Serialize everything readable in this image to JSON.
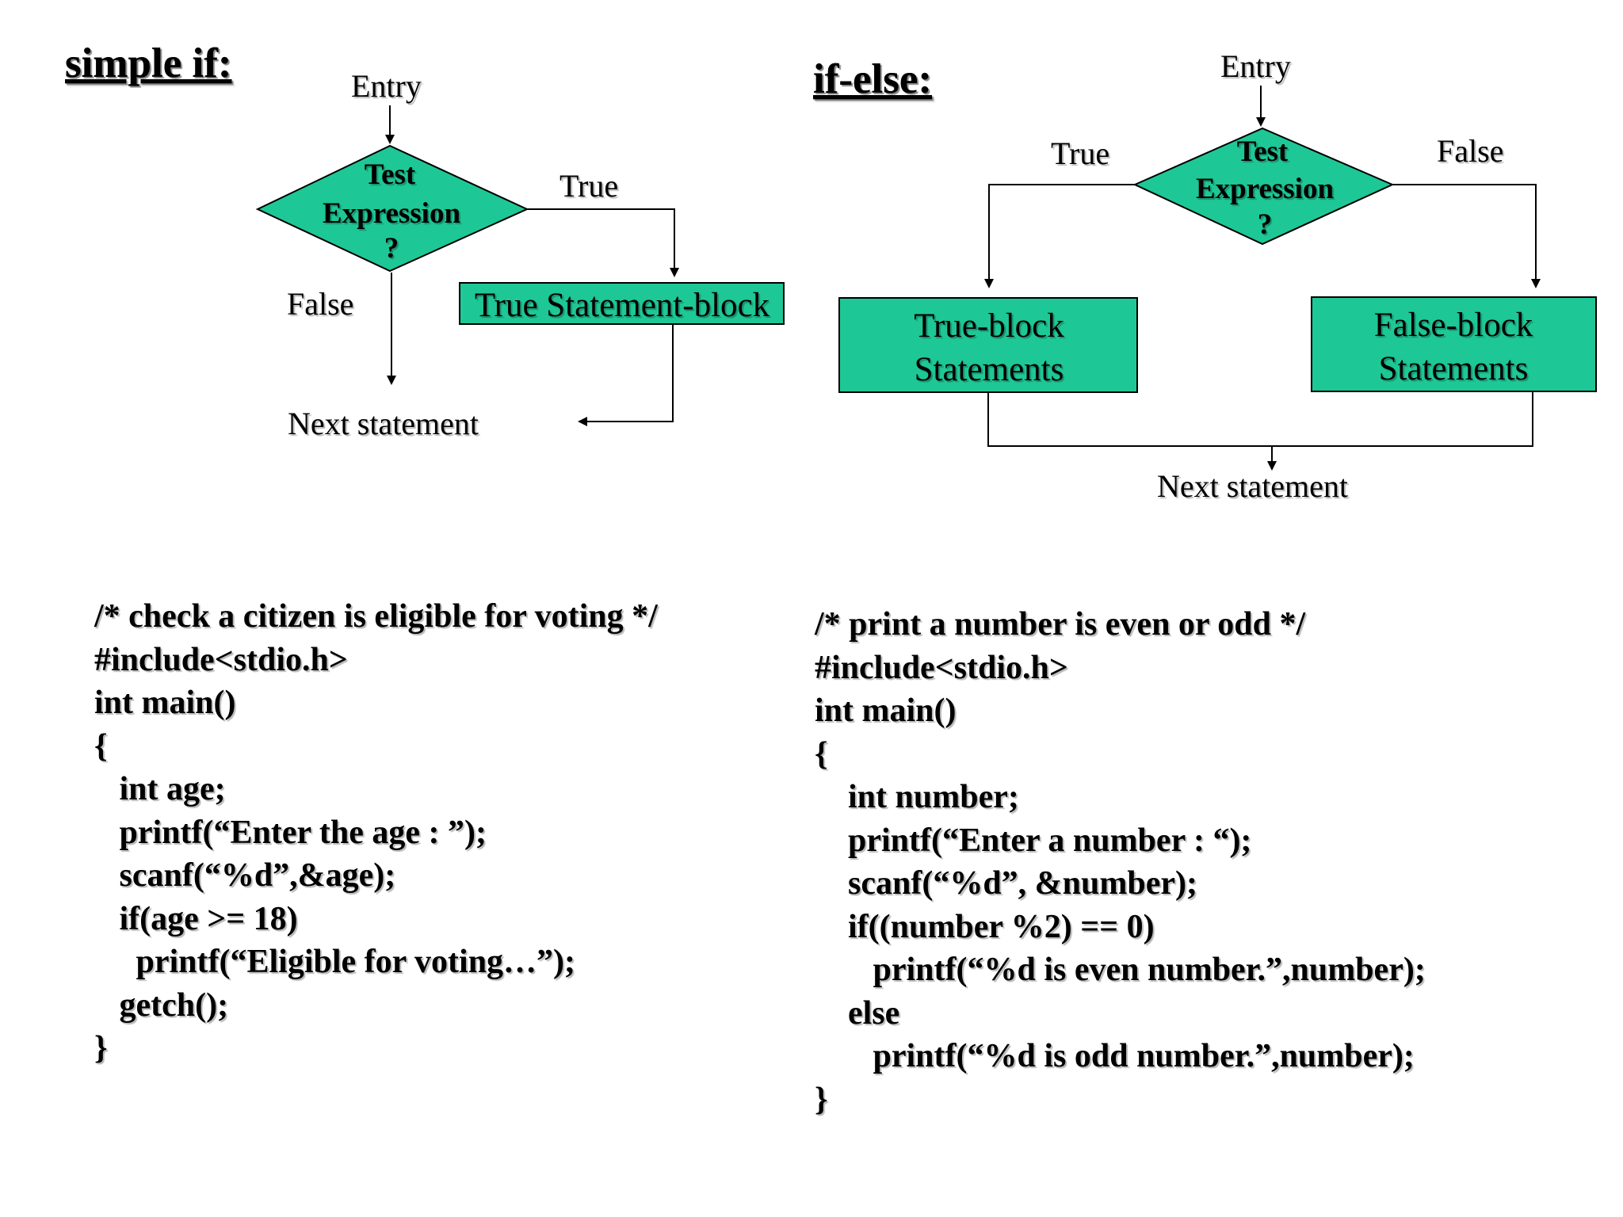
{
  "colors": {
    "accent_fill": "#1ec796",
    "stroke": "#000000"
  },
  "simple_if": {
    "title": "simple if:",
    "entry": "Entry",
    "test": [
      "Test",
      "Expression",
      "?"
    ],
    "true_label": "True",
    "false_label": "False",
    "true_block": "True Statement-block",
    "next": "Next statement"
  },
  "if_else": {
    "title": "if-else:",
    "entry": "Entry",
    "test": [
      "Test",
      "Expression",
      "?"
    ],
    "true_label": "True",
    "false_label": "False",
    "true_block": [
      "True-block",
      "Statements"
    ],
    "false_block": [
      "False-block",
      "Statements"
    ],
    "next": "Next statement"
  },
  "code_left": [
    "/* check a citizen is eligible for voting */",
    "#include<stdio.h>",
    "int main()",
    "{",
    "   int age;",
    "   printf(“Enter the age : ”);",
    "   scanf(“%d”,&age);",
    "   if(age >= 18)",
    "     printf(“Eligible for voting…”);",
    "   getch();",
    "}"
  ],
  "code_right": [
    "/* print a number is even or odd */",
    "#include<stdio.h>",
    "int main()",
    "{",
    "    int number;",
    "    printf(“Enter a number : “);",
    "    scanf(“%d”, &number);",
    "    if((number %2) == 0)",
    "       printf(“%d is even number.”,number);",
    "    else",
    "       printf(“%d is odd number.”,number);",
    "}"
  ]
}
